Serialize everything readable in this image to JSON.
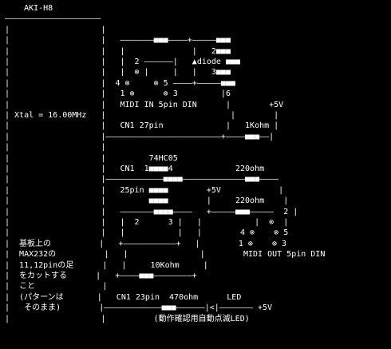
{
  "colors": {
    "background": "#000000",
    "text": "#ffffff"
  },
  "diagram": {
    "rows": [
      "    AKI-H8",
      "――――――――――――――――――――",
      "|                   |",
      "|                   |   ―――――――■■■――――+―――――■■■",
      "|                   |   |              |   2■■■",
      "|                   |   |  2 ――――――|   ▲diode ■■■",
      "|                   |   |  ⊗ |     |   |   3■■■",
      "|                   |  4 ⊗     ⊗ 5 ――――+―――――■■■",
      "|                   |   1 ⊗      ⊗ 3         |6",
      "|                   |   MIDI IN 5pin DIN      |        +5V",
      "| Xtal = 16.00MHz   |                          |        |",
      "|                   |   CN1 27pin             |   1Kohm |",
      "|                   |――――――――――――――――――――――――+――――■■■――|",
      "|                   |",
      "|                   |         74HC05",
      "|                   |   CN1  1■■■■4             220ohm",
      "|                   |――――――――――――■■■■―――――――――――――■■■――――",
      "|                   |   25pin ■■■■        +5V            |",
      "|                   |         ■■■■        |     220ohm    |",
      "|                   |   ―――――――■■■■――――   +―――――■■■―――――  2 |",
      "|                   |   |  2      3 |   |           |  ⊗  |",
      "|                   |   |           |   |        4 ⊗    ⊗ 5",
      "|  基板上の          |   +―――――――――――+   |        1 ⊗    ⊗ 3",
      "|  MAX232の          |   |               |        MIDI OUT 5pin DIN",
      "|  11,12pinの足      |   |     10Kohm     |",
      "|  をカットする      |   +――――■■■――――――――+",
      "|  こと              |",
      "|  (パターンは       |   CN1 23pin  470ohm      LED",
      "|   そのまま)        |――――――――――――■■■――――――|<|――――――― +5V",
      "|                   |          (動作確認用自動点滅LED)"
    ]
  }
}
